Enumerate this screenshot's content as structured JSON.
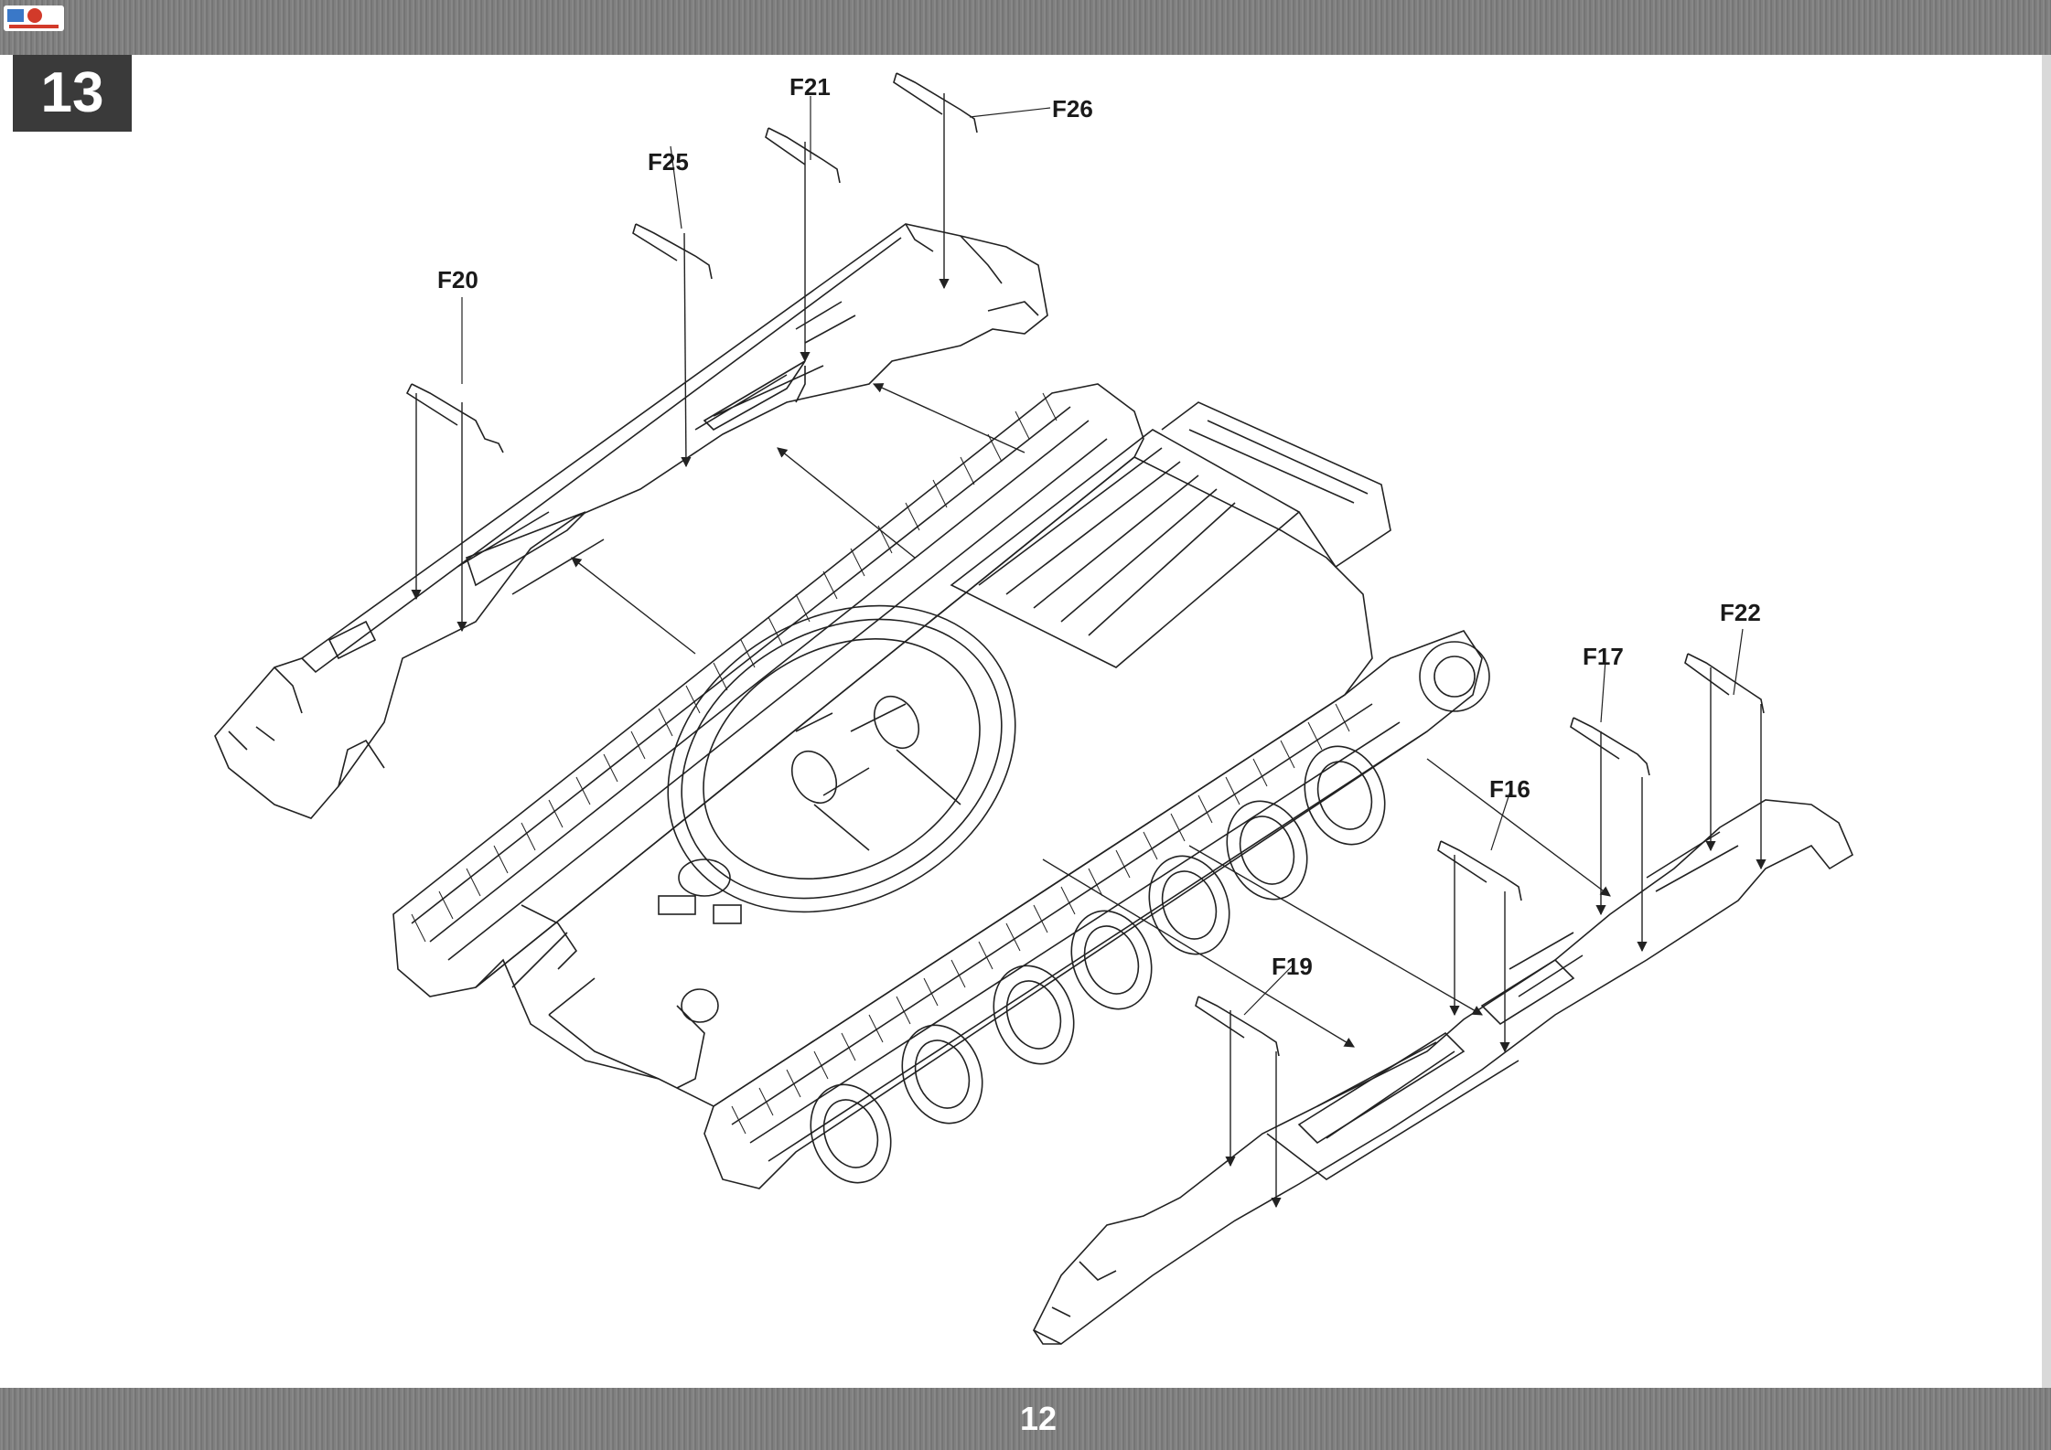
{
  "step_number": "13",
  "page_number": "12",
  "part_labels": {
    "f21": "F21",
    "f26": "F26",
    "f25": "F25",
    "f20": "F20",
    "f22": "F22",
    "f17": "F17",
    "f16": "F16",
    "f19": "F19"
  },
  "colors": {
    "band": "#808080",
    "step_box": "#3a3a3a",
    "line_art": "#222222"
  }
}
